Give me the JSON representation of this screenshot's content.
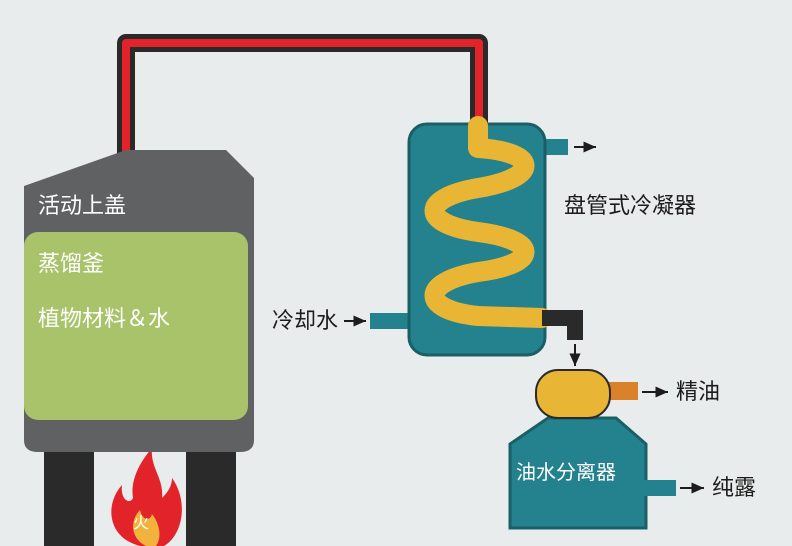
{
  "labels": {
    "lid": "活动上盖",
    "still": "蒸馏釜",
    "contents": "植物材料＆水",
    "condenser": "盘管式冷凝器",
    "cooling_water": "冷却水",
    "essential_oil": "精油",
    "separator": "油水分离器",
    "hydrosol": "纯露",
    "fire": "火"
  },
  "colors": {
    "background": "#e9ecec",
    "vessel": "#5f6163",
    "vessel_lid": "#6a6c6e",
    "contents": "#a9c36a",
    "pipe_outer": "#2a2a2a",
    "pipe_inner": "#e2232a",
    "condenser_body": "#23828e",
    "coil": "#e8b534",
    "separator_body": "#23828e",
    "oil_collector": "#e8b534",
    "outlet": "#d9822b",
    "fire": "#e2232a"
  },
  "icons": [
    "fire-icon",
    "arrow-right-icon",
    "arrow-down-icon"
  ]
}
